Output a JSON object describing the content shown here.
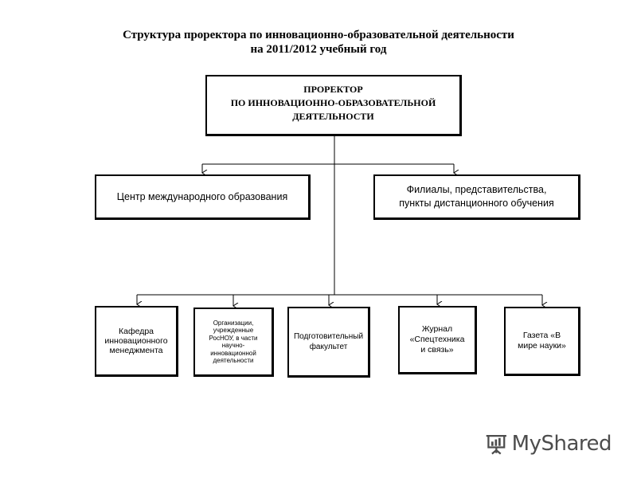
{
  "title": {
    "line1": "Структура проректора по инновационно-образовательной деятельности",
    "line2": "на 2011/2012 учебный год"
  },
  "top_box": {
    "line1": "ПРОРЕКТОР",
    "line2": "ПО ИННОВАЦИОННО-ОБРАЗОВАТЕЛЬНОЙ",
    "line3": "ДЕЯТЕЛЬНОСТИ"
  },
  "mid_boxes": {
    "center": {
      "line1": "Центр международного образования"
    },
    "filials": {
      "line1": "Филиалы, представительства,",
      "line2": "пункты дистанционного обучения"
    }
  },
  "bottom_boxes": [
    {
      "lines": [
        "Кафедра",
        "инновационного",
        "менеджмента"
      ]
    },
    {
      "lines": [
        "Организации,",
        "учрежденные",
        "РосНОУ, в части",
        "научно-",
        "инновационной",
        "деятельности"
      ]
    },
    {
      "lines": [
        "Подготовительный",
        "факультет"
      ]
    },
    {
      "lines": [
        "Журнал",
        "«Спецтехника",
        "и связь»"
      ]
    },
    {
      "lines": [
        "Газета «В",
        "мире науки»"
      ]
    }
  ],
  "watermark": {
    "text": "MyShared",
    "icon": "presentation-board-icon",
    "color": "#4d4d4d"
  }
}
